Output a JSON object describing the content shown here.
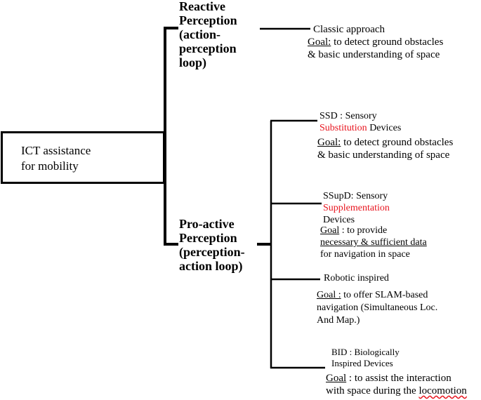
{
  "root": {
    "line1": "ICT assistance",
    "line2": "for mobility"
  },
  "reactive": {
    "lines": [
      "Reactive",
      "Perception",
      "(action-",
      "perception",
      "loop)"
    ],
    "leaf": {
      "title": "Classic approach",
      "goal_label": "Goal:",
      "goal_text1": " to detect ground obstacles",
      "goal_text2": "& basic understanding of space"
    }
  },
  "proactive": {
    "lines": [
      "Pro-active",
      "Perception",
      "(perception-",
      "action loop)"
    ],
    "ssd": {
      "title": "SSD : Sensory",
      "title_red": "Substitution",
      "title_rest": " Devices",
      "goal_label": "Goal:",
      "goal_text1": " to detect ground obstacles",
      "goal_text2": "& basic understanding of space"
    },
    "ssupd": {
      "title": "SSupD: Sensory",
      "title_red": "Supplementation",
      "title_rest": "Devices",
      "goal_label": "Goal",
      "goal_text1": " : to provide",
      "goal_text2": "necessary & sufficient data",
      "goal_text3": "for navigation in space"
    },
    "robotic": {
      "title": "Robotic inspired",
      "goal_label": "Goal :",
      "goal_text1": " to offer SLAM-based",
      "goal_text2": "navigation  (Simultaneous Loc.",
      "goal_text3": "And Map.)"
    },
    "bid": {
      "title1": "BID : Biologically",
      "title2": "Inspired Devices",
      "goal_label": "Goal",
      "goal_text1": " : to assist the interaction",
      "goal_text2_pre": "with space during the ",
      "goal_text2_sq": "locomotion"
    }
  }
}
